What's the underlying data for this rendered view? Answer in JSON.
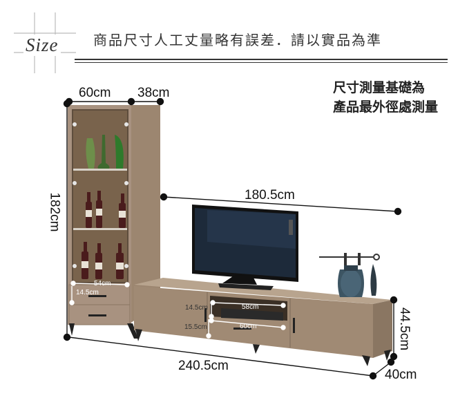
{
  "header": {
    "size_label": "Size",
    "title": "商品尺寸人工丈量略有誤差．請以實品為準"
  },
  "note": {
    "line1": "尺寸測量基礎為",
    "line2": "產品最外徑處測量"
  },
  "dimensions": {
    "cabinet_width": "60cm",
    "cabinet_depth": "38cm",
    "cabinet_height": "182cm",
    "tv_stand_length": "180.5cm",
    "total_length": "240.5cm",
    "tv_stand_height": "44.5cm",
    "tv_stand_depth": "40cm",
    "drawer_width": "54cm",
    "drawer_height": "14.5cm",
    "open_shelf_height": "14.5cm",
    "open_shelf_width": "58cm",
    "drawer2_height": "15.5cm",
    "drawer2_width": "60cm"
  },
  "colors": {
    "wood": "#a08a74",
    "wood_dark": "#7d6a57",
    "dim_line": "#111111",
    "header_line": "#333333"
  }
}
